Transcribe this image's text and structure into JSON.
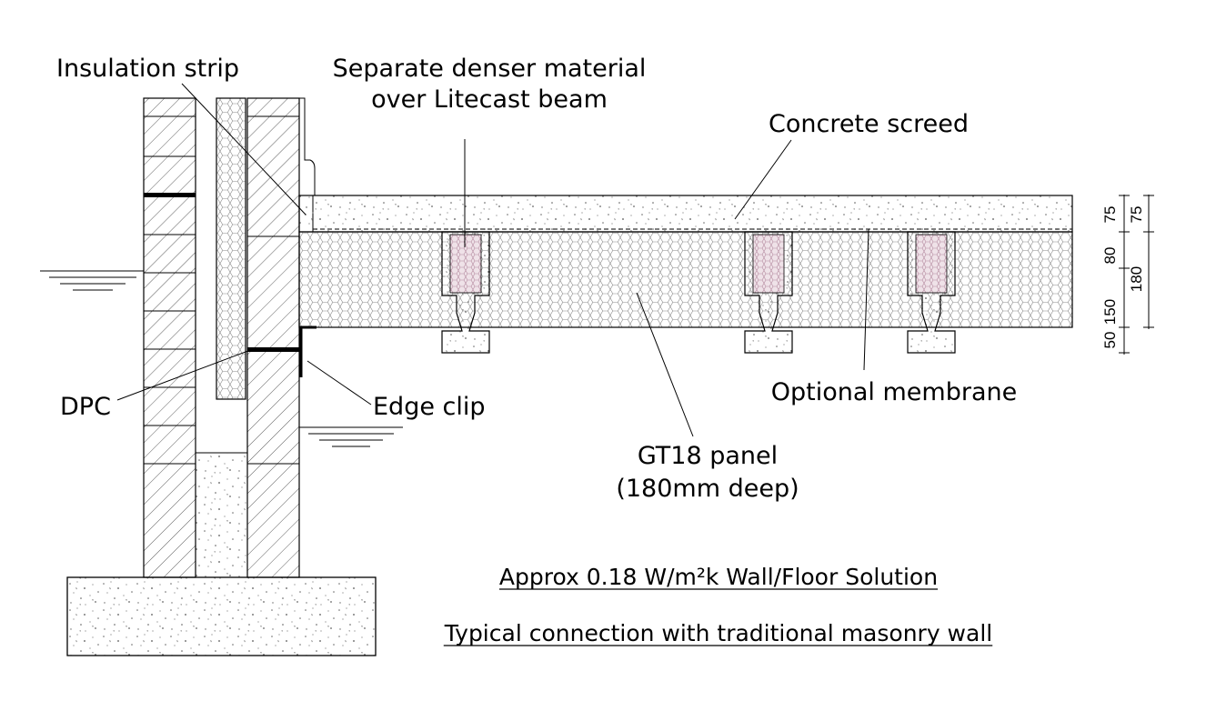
{
  "labels": {
    "insulation_strip": "Insulation strip",
    "separate_denser_line1": "Separate denser material",
    "separate_denser_line2": "over Litecast beam",
    "concrete_screed": "Concrete screed",
    "dpc": "DPC",
    "edge_clip": "Edge clip",
    "optional_membrane": "Optional membrane",
    "gt18_line1": "GT18 panel",
    "gt18_line2": "(180mm deep)"
  },
  "dimensions": {
    "inner_column": [
      "75",
      "80",
      "150",
      "50"
    ],
    "outer_column": [
      "75",
      "180"
    ]
  },
  "titles": {
    "solution": "Approx 0.18 W/m²k Wall/Floor Solution",
    "connection": "Typical connection with traditional masonry wall"
  },
  "colors": {
    "line": "#000000",
    "concrete_speckle": "#555555",
    "insulation_hatch": "#777777",
    "beam_infill": "#c9a7b7"
  }
}
